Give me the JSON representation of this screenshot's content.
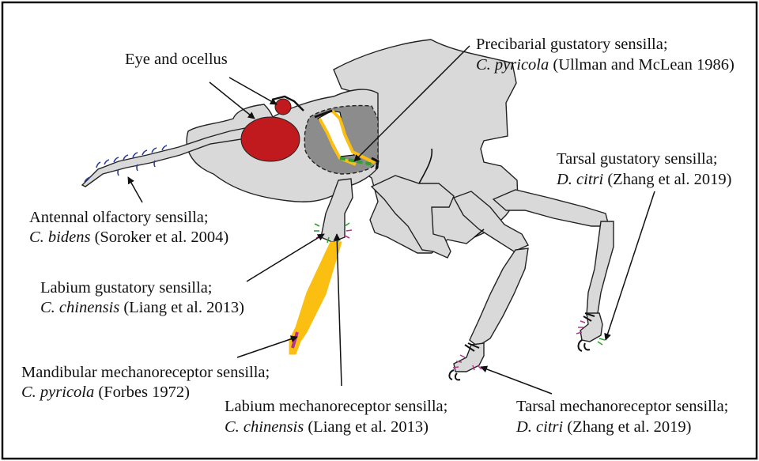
{
  "labels": {
    "eye": "Eye and ocellus",
    "precibarial": {
      "line1": "Precibarial gustatory sensilla;",
      "species": "C. pyricola",
      "ref": " (Ullman and McLean 1986)"
    },
    "tarsal_gustatory": {
      "line1": "Tarsal gustatory sensilla;",
      "species": "D. citri",
      "ref": " (Zhang et al. 2019)"
    },
    "antennal": {
      "line1": "Antennal olfactory sensilla;",
      "species": "C. bidens",
      "ref": " (Soroker et al. 2004)"
    },
    "labium_gustatory": {
      "line1": "Labium gustatory sensilla;",
      "species": "C. chinensis",
      "ref": " (Liang et al. 2013)"
    },
    "mandibular": {
      "line1": "Mandibular mechanoreceptor sensilla;",
      "species": "C. pyricola",
      "ref": " (Forbes 1972)"
    },
    "labium_mechano": {
      "line1": "Labium mechanoreceptor sensilla;",
      "species": "C. chinensis",
      "ref": " (Liang et al. 2013)"
    },
    "tarsal_mechano": {
      "line1": "Tarsal mechanoreceptor sensilla;",
      "species": "D. citri",
      "ref": " (Zhang et al. 2019)"
    }
  },
  "colors": {
    "body": "#d9d9d9",
    "outline": "#222222",
    "eye": "#c0191e",
    "cibarium": "#8c8c8c",
    "stylet": "#fbbf12",
    "gustatory_sensilla": "#2ea12e",
    "mechano_sensilla": "#b5348f",
    "antenna_sensilla": "#2c3f9e"
  }
}
